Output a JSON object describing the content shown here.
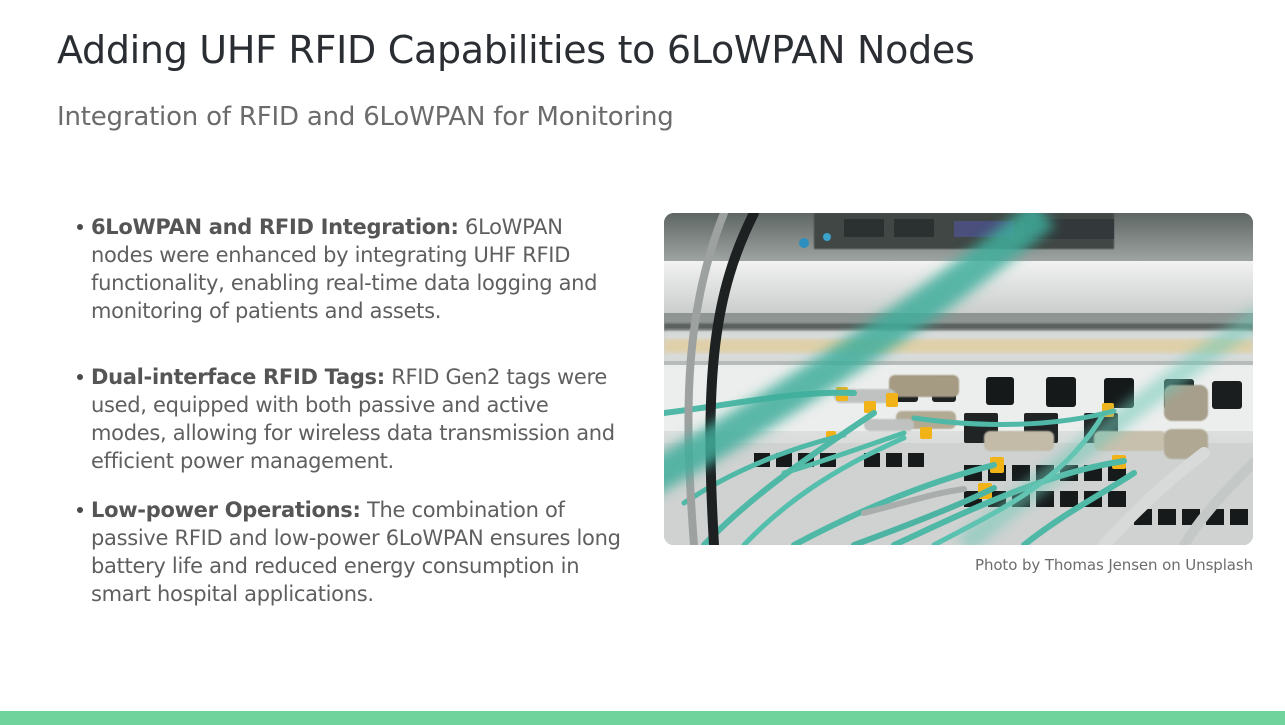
{
  "slide": {
    "title": "Adding UHF RFID Capabilities to 6LoWPAN Nodes",
    "subtitle": "Integration of RFID and 6LoWPAN for Monitoring",
    "accent_color": "#6fd39b"
  },
  "bullets": [
    {
      "heading": "6LoWPAN and RFID Integration:",
      "text": " 6LoWPAN nodes were enhanced by integrating UHF RFID functionality, enabling real-time data logging and monitoring of patients and assets."
    },
    {
      "heading": "Dual-interface RFID Tags:",
      "text": " RFID Gen2 tags were used, equipped with both passive and active modes, allowing for wireless data transmission and efficient power management."
    },
    {
      "heading": "Low-power Operations:",
      "text": " The combination of passive RFID and low-power 6LoWPAN ensures long battery life and reduced energy consumption in smart hospital applications."
    }
  ],
  "photo": {
    "caption": "Photo by Thomas Jensen on Unsplash"
  }
}
